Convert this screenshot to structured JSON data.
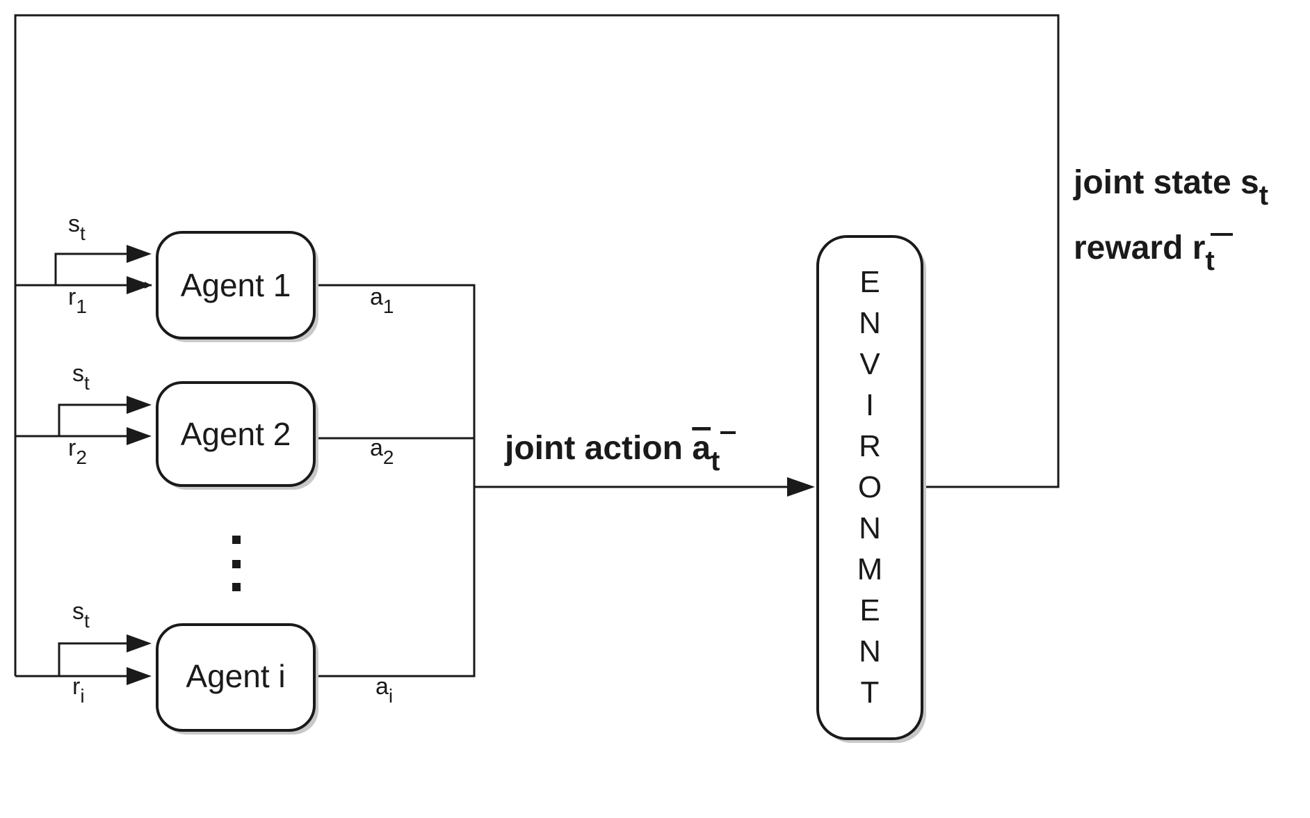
{
  "agents": [
    {
      "label": "Agent 1",
      "state": "s",
      "state_sub": "t",
      "reward": "r",
      "reward_sub": "1",
      "action": "a",
      "action_sub": "1"
    },
    {
      "label": "Agent 2",
      "state": "s",
      "state_sub": "t",
      "reward": "r",
      "reward_sub": "2",
      "action": "a",
      "action_sub": "2"
    },
    {
      "label": "Agent i",
      "state": "s",
      "state_sub": "t",
      "reward": "r",
      "reward_sub": "i",
      "action": "a",
      "action_sub": "i"
    }
  ],
  "environment": {
    "letters": [
      "E",
      "N",
      "V",
      "I",
      "R",
      "O",
      "N",
      "M",
      "E",
      "N",
      "T"
    ]
  },
  "joint_action": {
    "label": "joint action ",
    "symbol": "a",
    "sub": "t"
  },
  "joint_state": {
    "label": "joint state ",
    "symbol": "s",
    "sub": "t"
  },
  "reward": {
    "label": "reward ",
    "symbol": "r",
    "sub": "t"
  }
}
